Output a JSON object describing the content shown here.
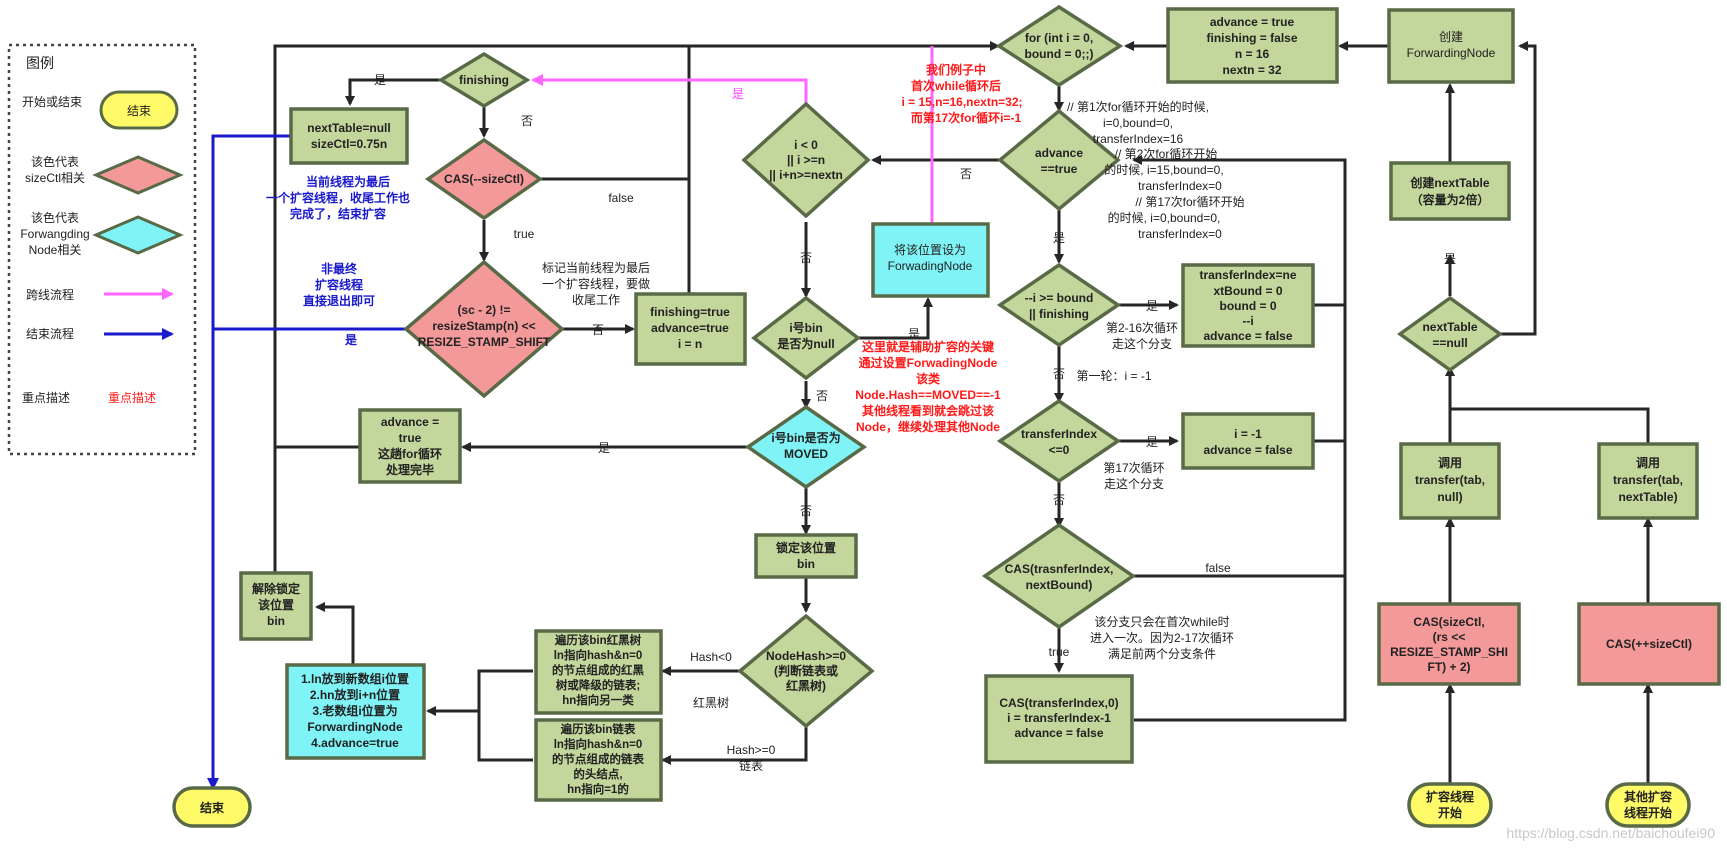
{
  "legend": {
    "title": "图例",
    "start_end": "开始或结束",
    "start_end_sample": "结束",
    "sizectl_desc": [
      "该色代表",
      "sizeCtl相关"
    ],
    "fwd_desc": [
      "该色代表",
      "Forwangding",
      "Node相关"
    ],
    "cross_flow": "跨线流程",
    "end_flow": "结束流程",
    "key_desc": "重点描述",
    "key_desc_sample": "重点描述"
  },
  "colors": {
    "green": "#c3d69b",
    "green_border": "#596a47",
    "red": "#f4999a",
    "cyan": "#7ff3f6",
    "yellow": "#fffa68",
    "pink": "#ff66ff",
    "blue": "#1a1acc",
    "edge": "#262626"
  },
  "nodes": {
    "start_expand": [
      "扩容线程",
      "开始"
    ],
    "start_other": [
      "其他扩容",
      "线程开始"
    ],
    "end": "结束",
    "cas_sizectl": [
      "CAS(sizeCtl,",
      "(rs <<",
      "RESIZE_STAMP_SHI",
      "FT) + 2)"
    ],
    "cas_inc": "CAS(++sizeCtl)",
    "call_null": [
      "调用",
      "transfer(tab,",
      "null)"
    ],
    "call_next": [
      "调用",
      "transfer(tab,",
      "nextTable)"
    ],
    "next_null": [
      "nextTable",
      "==null"
    ],
    "create_next": [
      "创建nextTable",
      "（容量为2倍）"
    ],
    "create_fwd": [
      "创建",
      "ForwardingNode"
    ],
    "init_vars": [
      "advance = true",
      "finishing = false",
      "n = 16",
      "nextn = 32"
    ],
    "for_loop": [
      "for (int i = 0,",
      "bound = 0;;)"
    ],
    "advance_true": [
      "advance",
      "==true"
    ],
    "i_bound": [
      "--i >= bound",
      "|| finishing"
    ],
    "dec_i": [
      "transferIndex=ne",
      "xtBound = 0",
      "bound = 0",
      "--i",
      "advance = false"
    ],
    "ti_le0": [
      "transferIndex",
      "<=0"
    ],
    "set_i_neg": [
      "i = -1",
      "advance = false"
    ],
    "cas_ti": [
      "CAS(trasnferIndex,",
      "nextBound)"
    ],
    "cas_ti0": [
      "CAS(transferIndex,0)",
      "i = transferIndex-1",
      "advance = false"
    ],
    "i_range": [
      "i < 0",
      "|| i >=n",
      "|| i+n>=nextn"
    ],
    "bin_null": [
      "i号bin",
      "是否为null"
    ],
    "set_fwd": [
      "将该位置设为",
      "ForwadingNode"
    ],
    "bin_moved": [
      "i号bin是否为",
      "MOVED"
    ],
    "adv_true": [
      "advance =",
      "true",
      "这趟for循环",
      "处理完毕"
    ],
    "lock_bin": [
      "锁定该位置",
      "bin"
    ],
    "nodehash": [
      "NodeHash>=0",
      "(判断链表或",
      "红黑树)"
    ],
    "tree_walk": [
      "遍历该bin红黑树",
      "ln指向hash&n=0",
      "的节点组成的红黑",
      "树或降级的链表;",
      "hn指向另一类"
    ],
    "list_walk": [
      "遍历该bin链表",
      "ln指向hash&n=0",
      "的节点组成的链表",
      "的头结点,",
      "hn指向=1的"
    ],
    "place": [
      "1.ln放到新数组i位置",
      "2.hn放到i+n位置",
      "3.老数组i位置为",
      "ForwardingNode",
      "4.advance=true"
    ],
    "unlock": [
      "解除锁定",
      "该位置",
      "bin"
    ],
    "finishing": "finishing",
    "next_null_set": [
      "nextTable=null",
      "sizeCtl=0.75n"
    ],
    "cas_dec": "CAS(--sizeCtl)",
    "resize_check": [
      "(sc - 2) !=",
      "resizeStamp(n) <<",
      "RESIZE_STAMP_SHIFT"
    ],
    "fin_true": [
      "finishing=true",
      "advance=true",
      "i = n"
    ]
  },
  "labels": {
    "yes": "是",
    "no": "否",
    "true": "true",
    "false": "false",
    "hash_lt0": [
      "Hash<0",
      "红黑树"
    ],
    "hash_ge0": [
      "Hash>=0",
      "链表"
    ],
    "round1": "第一轮：i = -1",
    "loop_2_16": [
      "第2-16次循环",
      "走这个分支"
    ],
    "loop_17": [
      "第17次循环",
      "走这个分支"
    ],
    "first_while": [
      "该分支只会在首次while时",
      "进入一次。因为2-17次循环",
      "满足前两个分支条件"
    ],
    "mark_last": [
      "标记当前线程为最后",
      "一个扩容线程，要做",
      "收尾工作"
    ],
    "for_notes": [
      "// 第1次for循环开始的时候,",
      "i=0,bound=0,",
      "transferIndex=16",
      "// 第2次for循环开始",
      "的时候, i=15,bound=0,",
      "transferIndex=0",
      "// 第17次for循环开始",
      "的时候, i=0,bound=0,",
      "transferIndex=0"
    ],
    "blue_last": [
      "当前线程为最后",
      "一个扩容线程，收尾工作也",
      "完成了，结束扩容"
    ],
    "blue_notlast": [
      "非最终",
      "扩容线程",
      "直接退出即可"
    ],
    "red_example": [
      "我们例子中",
      "首次while循环后",
      "i = 15,n=16,nextn=32;",
      "而第17次for循环i=-1"
    ],
    "red_key": [
      "这里就是辅助扩容的关键",
      "通过设置ForwadingNode",
      "该类",
      "Node.Hash==MOVED==-1",
      "其他线程看到就会跳过该",
      "Node，继续处理其他Node"
    ]
  },
  "watermark": "https://blog.csdn.net/baichoufei90"
}
